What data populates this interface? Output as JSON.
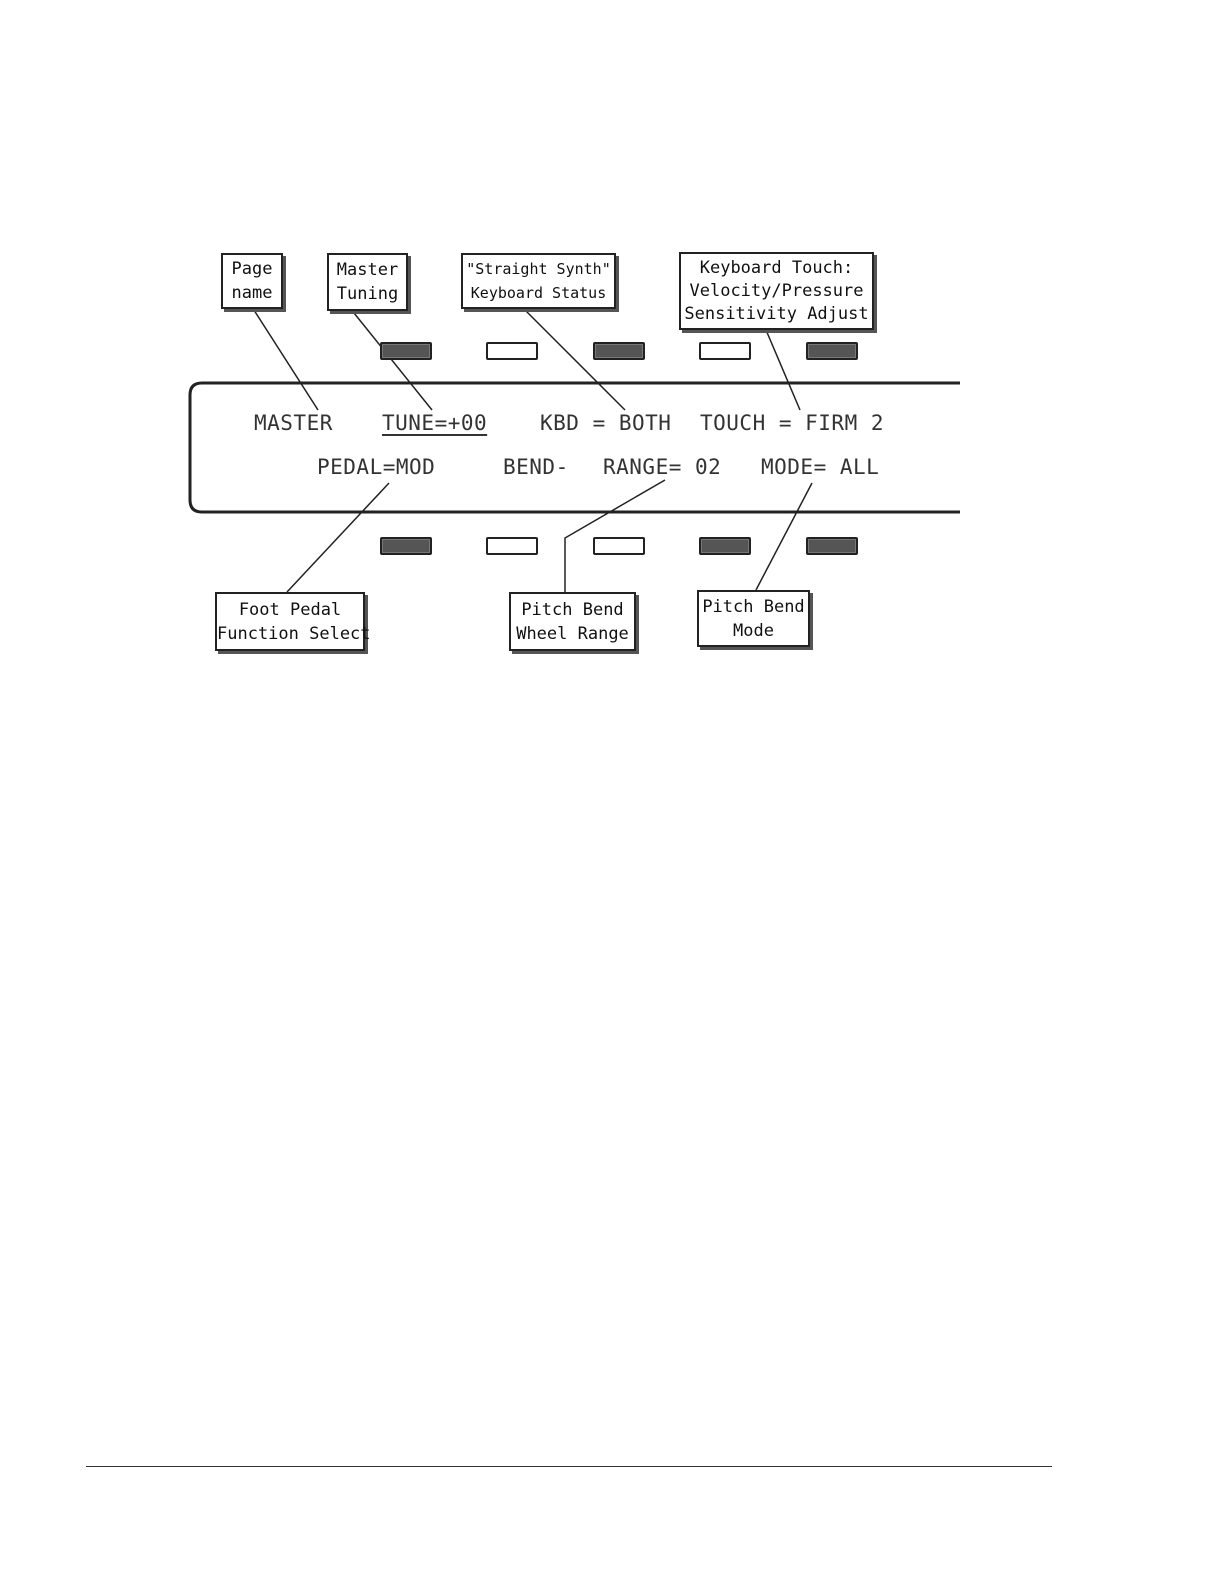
{
  "lcd": {
    "row1": {
      "page": "MASTER",
      "tune": "TUNE=+00",
      "kbd": "KBD = BOTH",
      "touch": "TOUCH = FIRM 2"
    },
    "row2": {
      "pedal": "PEDAL=MOD",
      "bend": "BEND-",
      "range": "RANGE= 02",
      "mode": "MODE= ALL"
    }
  },
  "top_callouts": [
    {
      "id": "page-name",
      "lines": [
        "Page",
        "name"
      ]
    },
    {
      "id": "master-tuning",
      "lines": [
        "Master",
        "Tuning"
      ]
    },
    {
      "id": "straight-synth",
      "lines": [
        "\"Straight Synth\"",
        "Keyboard Status"
      ]
    },
    {
      "id": "keyboard-touch",
      "lines": [
        "Keyboard Touch:",
        "Velocity/Pressure",
        "Sensitivity Adjust"
      ]
    }
  ],
  "bottom_callouts": [
    {
      "id": "foot-pedal",
      "lines": [
        "Foot Pedal",
        "Function Select"
      ]
    },
    {
      "id": "pitch-bend-range",
      "lines": [
        "Pitch Bend",
        "Wheel Range"
      ]
    },
    {
      "id": "pitch-bend-mode",
      "lines": [
        "Pitch Bend",
        "Mode"
      ]
    }
  ],
  "top_softkeys": [
    "dark",
    "light",
    "dark",
    "light",
    "dark"
  ],
  "bottom_softkeys": [
    "dark",
    "light",
    "light",
    "dark",
    "dark"
  ],
  "colors": {
    "ink": "#222222",
    "lcd_text": "#333333",
    "key_dark": "#555555",
    "key_light": "#ffffff"
  }
}
